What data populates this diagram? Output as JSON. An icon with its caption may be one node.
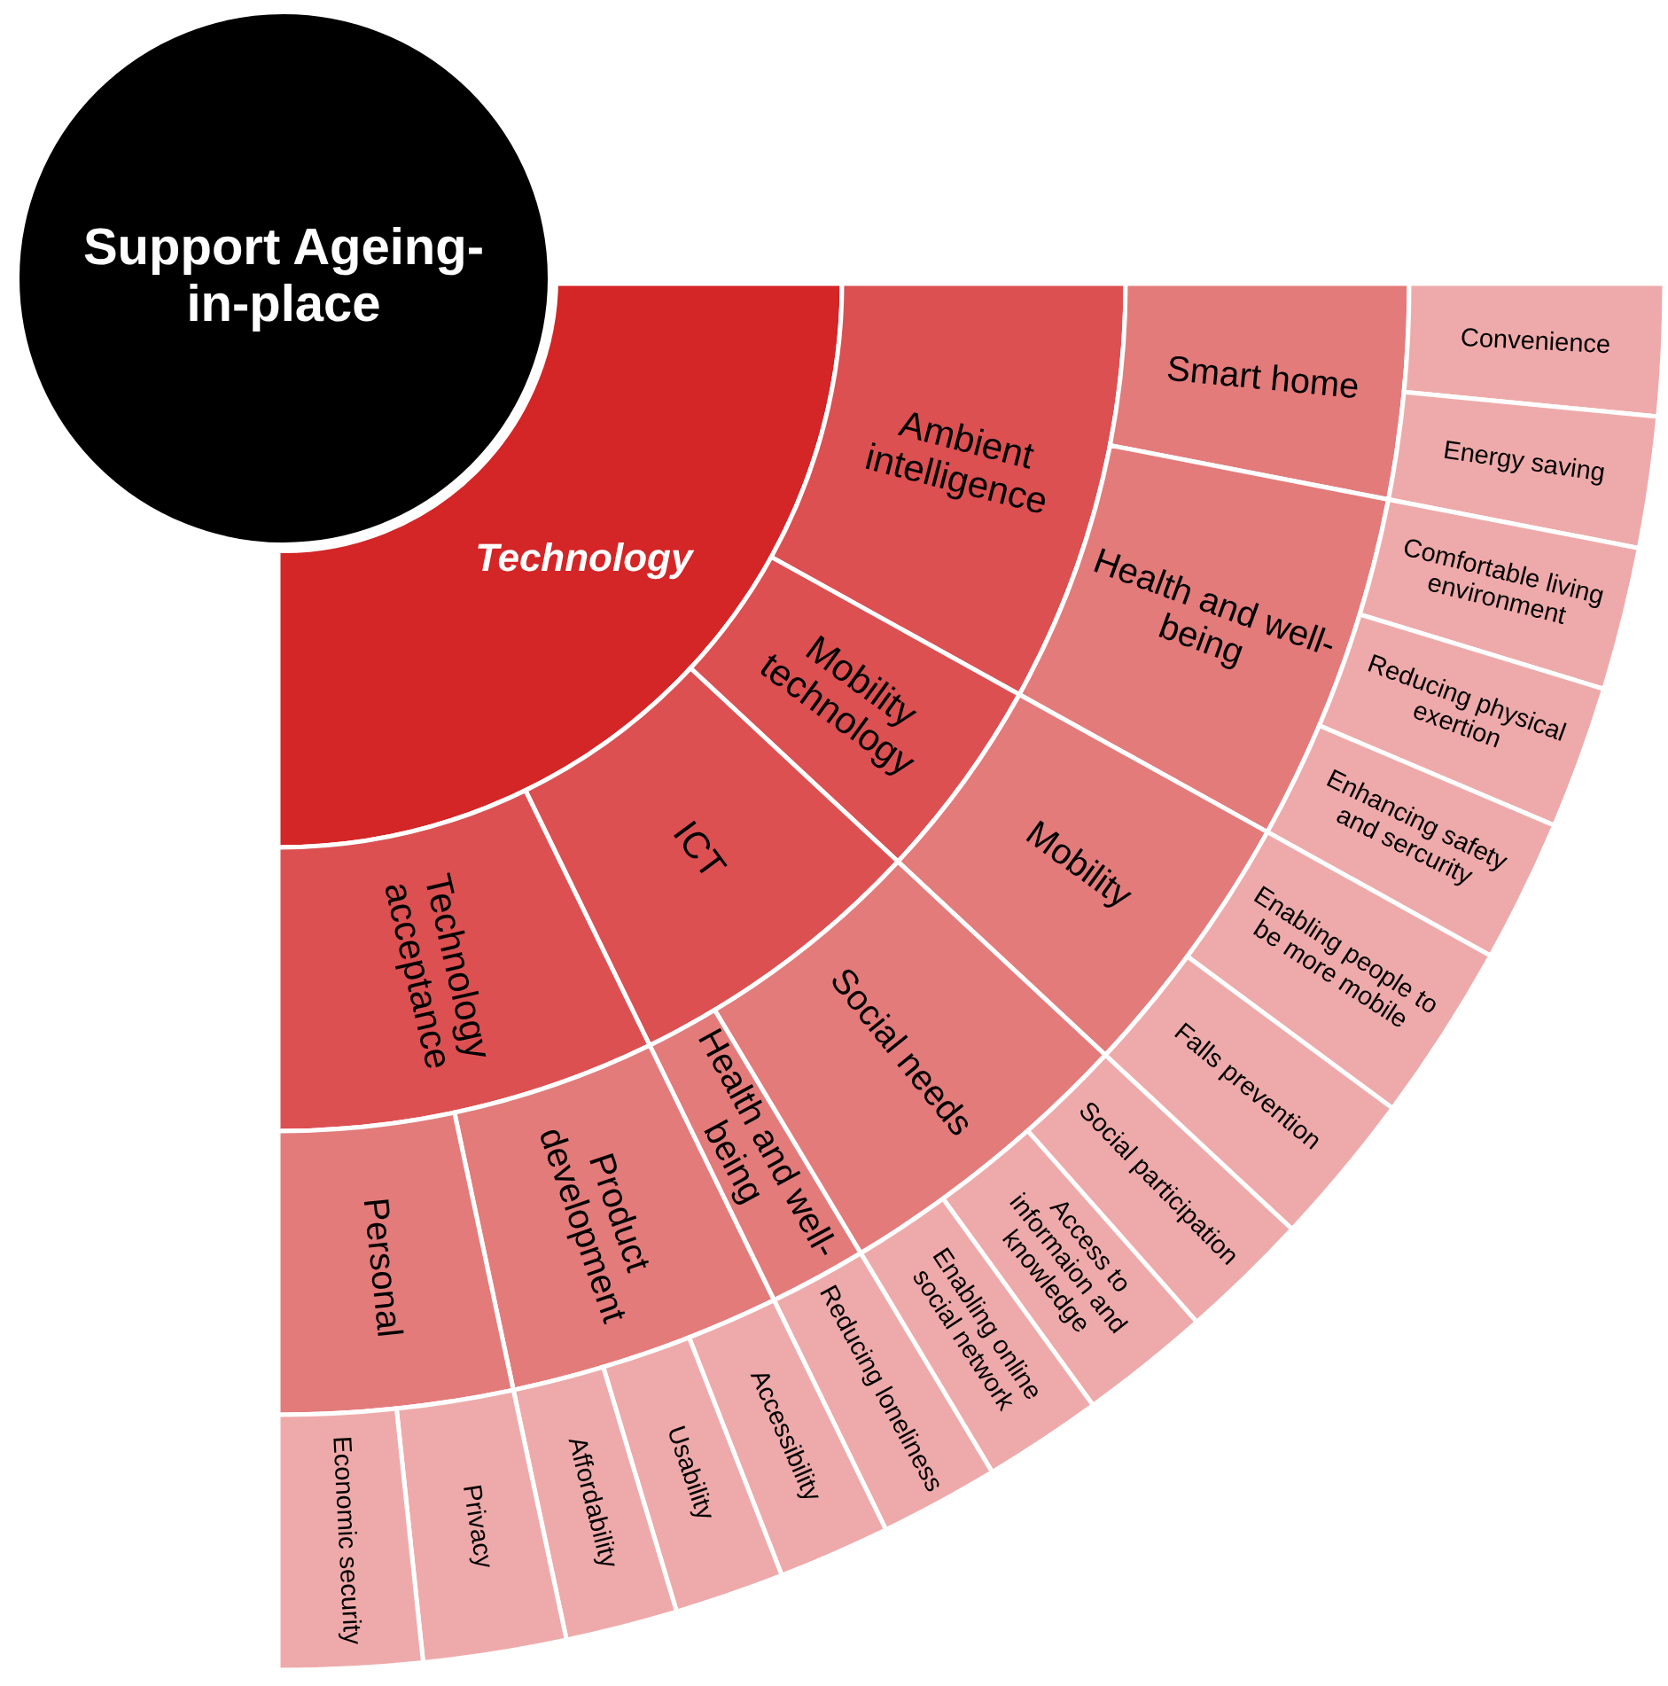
{
  "diagram": {
    "nodes": [
      {
        "text": [
          "Support Ageing-in-place"
        ]
      },
      {
        "text": [
          "Technology"
        ]
      },
      {
        "text": [
          "Ambient intelligence"
        ]
      },
      {
        "text": [
          "Smart home"
        ]
      },
      {
        "text": [
          "Convenience"
        ]
      },
      {
        "text": [
          "Energy saving"
        ]
      },
      {
        "text": [
          "Health and well-being"
        ]
      },
      {
        "text": [
          "Comfortable living environment"
        ]
      },
      {
        "text": [
          "Reducing physical exertion"
        ]
      },
      {
        "text": [
          "Enhancing safety and sercurity"
        ]
      },
      {
        "text": [
          "Mobility technology"
        ]
      },
      {
        "text": [
          "Mobility"
        ]
      },
      {
        "text": [
          "Enabling people to be more mobile"
        ]
      },
      {
        "text": [
          "Falls prevention"
        ]
      },
      {
        "text": [
          "ICT"
        ]
      },
      {
        "text": [
          "Social needs"
        ]
      },
      {
        "text": [
          "Social participation"
        ]
      },
      {
        "text": [
          "Access to informaion and knowledge"
        ]
      },
      {
        "text": [
          "Enabling online social network"
        ]
      },
      {
        "text": [
          "Health and well-being"
        ]
      },
      {
        "text": [
          "Reducing loneliness"
        ]
      },
      {
        "text": [
          "Technology acceptance"
        ]
      },
      {
        "text": [
          "Product development"
        ]
      },
      {
        "text": [
          "Accessibility"
        ]
      },
      {
        "text": [
          "Usability"
        ]
      },
      {
        "text": [
          "Affordability"
        ]
      },
      {
        "text": [
          "Personal"
        ]
      },
      {
        "text": [
          "Privacy"
        ]
      },
      {
        "text": [
          "Economic security"
        ]
      }
    ]
  }
}
